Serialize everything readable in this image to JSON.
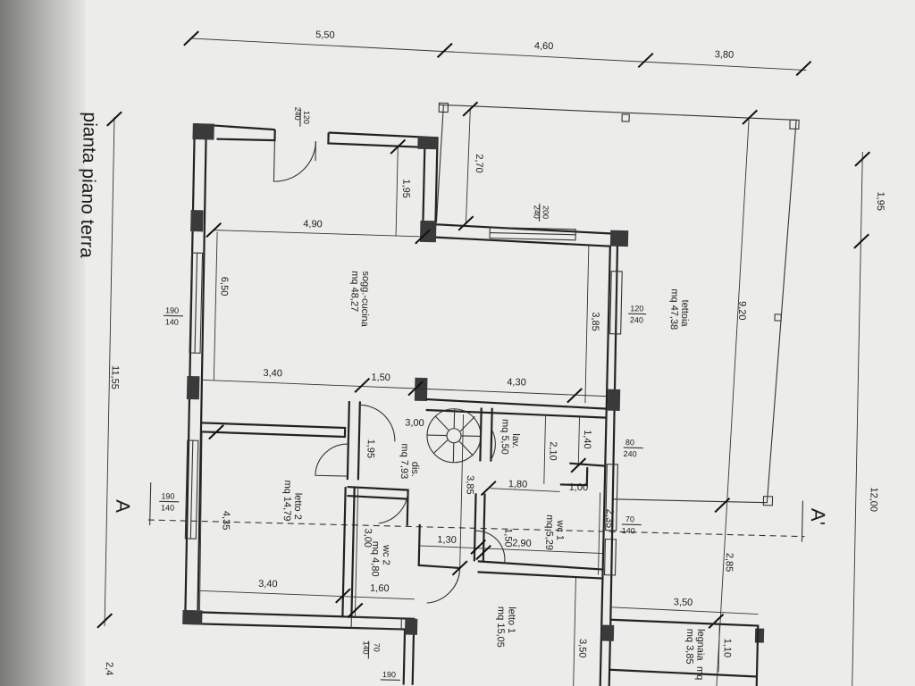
{
  "title": "pianta piano terra",
  "section_label_left": "A",
  "section_label_right": "A'",
  "rooms": {
    "soggiorno": {
      "name": "sogg.-cucina",
      "area": "mq 48,27"
    },
    "tettoia": {
      "name": "tettoia",
      "area": "mq 47,38"
    },
    "disimpegno": {
      "name": "dis.",
      "area": "mq 7,93"
    },
    "lavanderia": {
      "name": "lav.",
      "area": "mq 5,50"
    },
    "letto2": {
      "name": "letto 2",
      "area": "mq 14,79"
    },
    "wc2": {
      "name": "wc 2",
      "area": "mq 4,80"
    },
    "wc1": {
      "name": "wc 1",
      "area": "mq 5,29"
    },
    "letto1": {
      "name": "letto 1",
      "area": "mq 15,05"
    },
    "legnaia": {
      "name": "legnaia",
      "area": "mq 3,85",
      "name_tail": "mq"
    }
  },
  "dimensions": {
    "top_1": "5,50",
    "top_2": "4,60",
    "top_3": "3,80",
    "right_1": "1,95",
    "right_total": "12,00",
    "right_2": "9,20",
    "left_total": "11,55",
    "left_bottom": "2,4",
    "entry_depth": "1,95",
    "portico_depth": "2,70",
    "living_width": "4,90",
    "living_depth": "6,50",
    "row_a_1": "3,40",
    "row_a_2": "1,50",
    "row_a_3": "4,30",
    "tettoia_wall": "3,85",
    "dis_w": "3,00",
    "dis_d": "1,95",
    "lav_d": "1,40",
    "lav_w": "2,10",
    "lav_s": "1,80",
    "wc1_a": "1,00",
    "wc1_b": "2,35",
    "corridor": "3,85",
    "wc2_d": "3,00",
    "wc1_w": "2,90",
    "hall": "1,30",
    "hall_b": "1,50",
    "right_3": "2,85",
    "letto2_d": "4,35",
    "row_b_1": "3,40",
    "row_b_2": "1,60",
    "legnaia_w": "3,50",
    "legnaia_d": "1,10",
    "letto1_d": "3,50"
  },
  "openings": {
    "entry_top": "120",
    "entry_bot": "240",
    "portico_top": "200",
    "portico_bot": "240",
    "liv_win_top": "120",
    "liv_win_bot": "240",
    "left_win_top": "190",
    "left_win_bot": "140",
    "lav_win_top": "80",
    "lav_win_bot": "240",
    "l2_win_top": "190",
    "l2_win_bot": "140",
    "wc1_win_top": "70",
    "wc1_win_bot": "140",
    "wc2_win_top": "70",
    "wc2_win_bot": "140",
    "l1_win_top": "190"
  }
}
